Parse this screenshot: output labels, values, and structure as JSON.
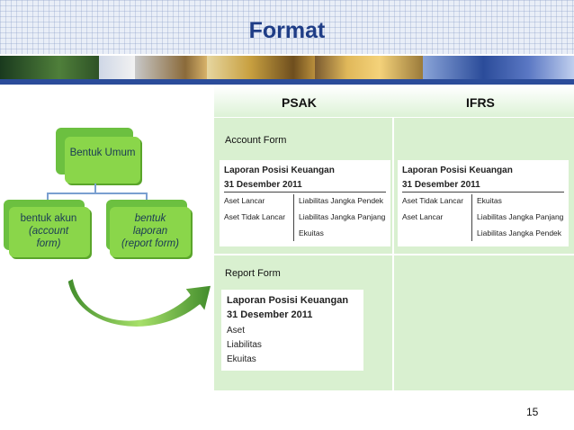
{
  "slide": {
    "title": "Format",
    "page_number": "15"
  },
  "diagram": {
    "root": "Bentuk Umum",
    "children": [
      {
        "line1": "bentuk akun",
        "line2": "(account",
        "line3": "form)"
      },
      {
        "line1": "bentuk",
        "line2": "laporan",
        "line3": "(report form)"
      }
    ],
    "arrow": "curved-arrow"
  },
  "table": {
    "columns": [
      "PSAK",
      "IFRS"
    ],
    "rows": {
      "account_form_label": "Account Form",
      "report_form_label": "Report Form"
    },
    "psak_account": {
      "title": "Laporan Posisi Keuangan",
      "date": "31 Desember 2011",
      "left": [
        "Aset Lancar",
        "Aset Tidak Lancar"
      ],
      "right": [
        "Liabilitas Jangka Pendek",
        "Liabilitas Jangka Panjang",
        "Ekuitas"
      ]
    },
    "ifrs_account": {
      "title": "Laporan Posisi Keuangan",
      "date": "31 Desember 2011",
      "left": [
        "Aset Tidak Lancar",
        "Aset Lancar"
      ],
      "right": [
        "Ekuitas",
        "Liabilitas Jangka Panjang",
        "Liabilitas Jangka Pendek"
      ]
    },
    "psak_report": {
      "title": "Laporan Posisi Keuangan",
      "date": "31 Desember 2011",
      "items": [
        "Aset",
        "Liabilitas",
        "Ekuitas"
      ]
    }
  },
  "colors": {
    "title": "#1f3d86",
    "box_green": "#8ad64a",
    "table_bg": "#d9f0d0",
    "accent_blue": "#2b4c9a"
  }
}
